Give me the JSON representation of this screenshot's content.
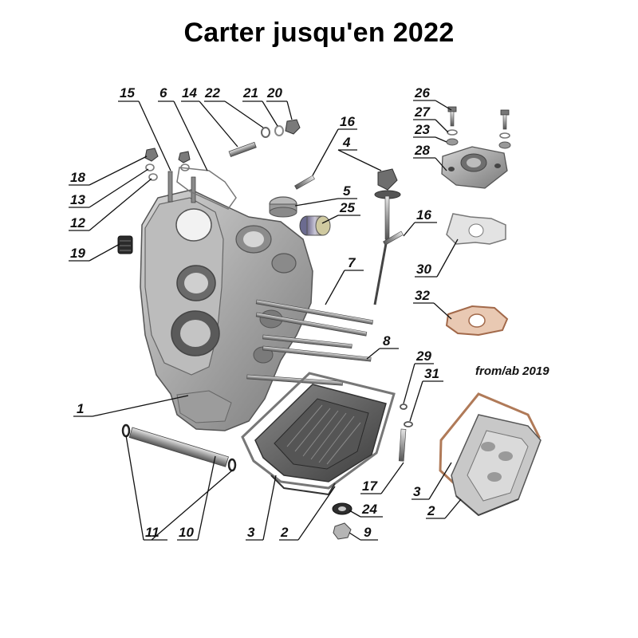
{
  "title": "Carter jusqu'en 2022",
  "note": "from/ab 2019",
  "labels": {
    "l1": "1",
    "l2a": "2",
    "l2b": "2",
    "l3a": "3",
    "l3b": "3",
    "l4": "4",
    "l5": "5",
    "l6": "6",
    "l7": "7",
    "l8": "8",
    "l9": "9",
    "l10": "10",
    "l11": "11",
    "l12": "12",
    "l13": "13",
    "l14": "14",
    "l15": "15",
    "l16a": "16",
    "l16b": "16",
    "l17": "17",
    "l18": "18",
    "l19": "19",
    "l20": "20",
    "l21": "21",
    "l22": "22",
    "l23": "23",
    "l24": "24",
    "l25": "25",
    "l26": "26",
    "l27": "27",
    "l28": "28",
    "l29": "29",
    "l30": "30",
    "l31": "31",
    "l32": "32"
  },
  "colors": {
    "metal": "#a9a9a9",
    "metal_dark": "#6f6f6f",
    "metal_light": "#d8d8d8",
    "gasket": "#c79a7a",
    "gasket_light": "#e9c9b3",
    "brass": "#c8b27a"
  }
}
